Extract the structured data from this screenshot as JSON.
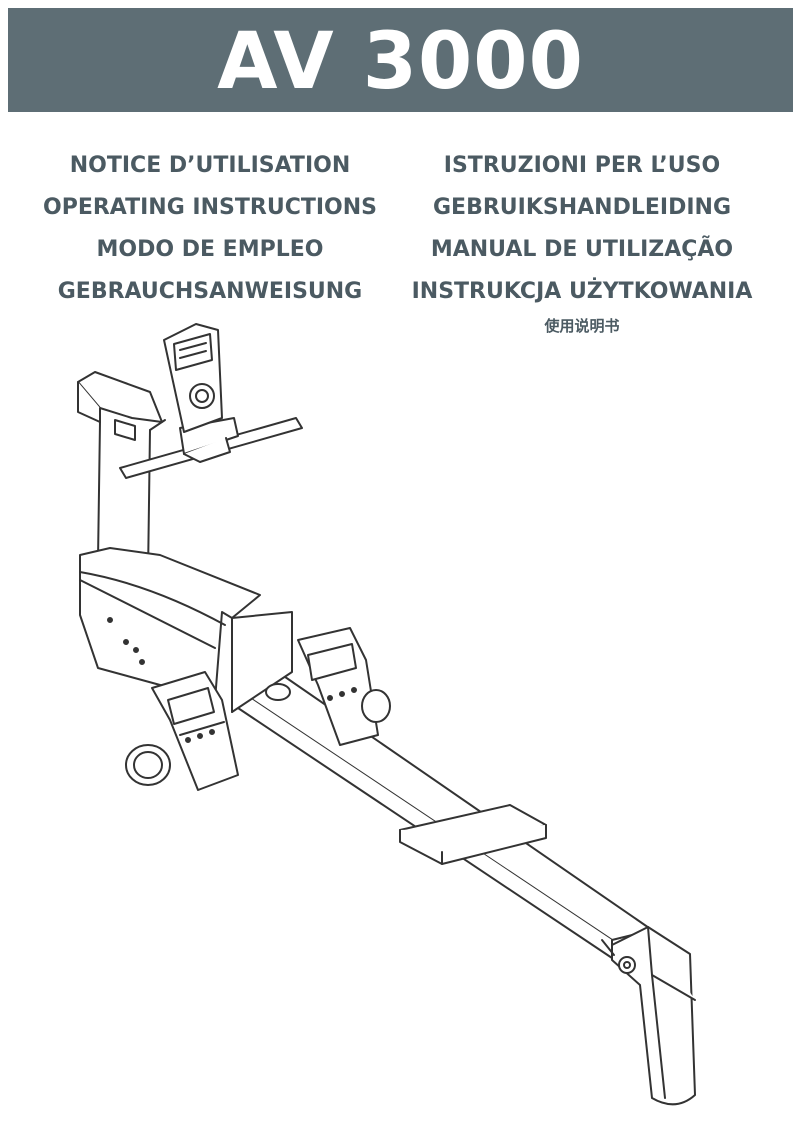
{
  "banner": {
    "title": "AV 3000",
    "background_color": "#5e6e75",
    "text_color": "#ffffff"
  },
  "titles": {
    "left": [
      "NOTICE D’UTILISATION",
      "OPERATING INSTRUCTIONS",
      "MODO DE EMPLEO",
      "GEBRAUCHSANWEISUNG"
    ],
    "right": [
      "ISTRUZIONI PER L’USO",
      "GEBRUIKSHANDLEIDING",
      "MANUAL DE UTILIZAÇÃO",
      "INSTRUKCJA UŻYTKOWANIA"
    ],
    "chinese": "使用说明书",
    "text_color": "#4b5a62"
  },
  "illustration": {
    "subject": "rowing machine line drawing"
  }
}
